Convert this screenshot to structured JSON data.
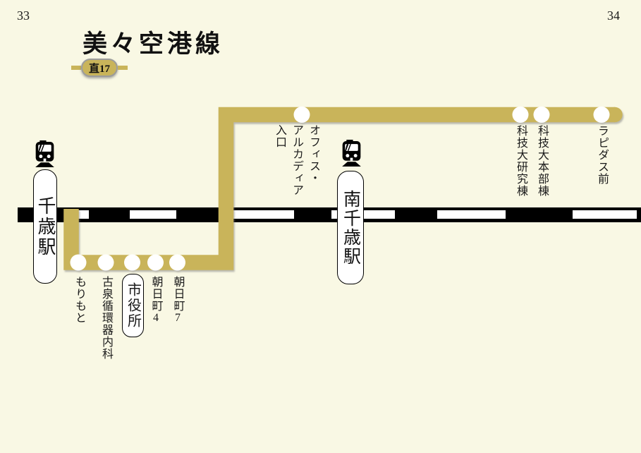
{
  "page": {
    "left_number": "33",
    "right_number": "34"
  },
  "header": {
    "title": "美々空港線",
    "badge_label": "直17"
  },
  "colors": {
    "background": "#f9f8e4",
    "route_line": "#c9b45a",
    "railway_line": "#000000",
    "stop_marker": "#ffffff",
    "badge_border": "#9c9c9c",
    "text": "#1a1a1a"
  },
  "railway": {
    "style": "black band with white dashes (JR line symbol)"
  },
  "stations": [
    {
      "name": "千歳駅"
    },
    {
      "name": "南千歳駅"
    }
  ],
  "stops": [
    {
      "name": "もりもと"
    },
    {
      "name": "古泉循環器内科"
    },
    {
      "name": "市役所",
      "boxed": true
    },
    {
      "name": "朝日町4"
    },
    {
      "name": "朝日町7"
    },
    {
      "name": "オフィス・アルカディア入口",
      "display": "オフィス・\nアルカディア\n入口"
    },
    {
      "name": "科技大研究棟"
    },
    {
      "name": "科技大本部棟"
    },
    {
      "name": "ラピダス前",
      "terminal": true
    }
  ]
}
